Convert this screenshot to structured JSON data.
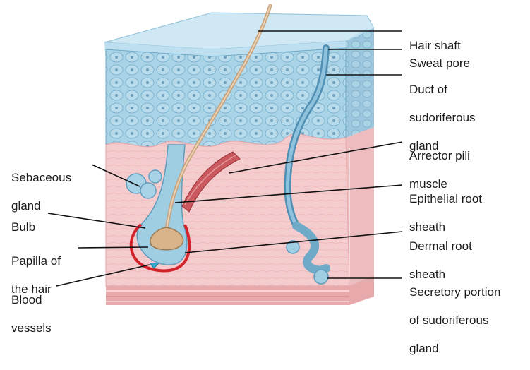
{
  "labels_right": [
    {
      "id": "hair-shaft",
      "lines": [
        "Hair shaft"
      ]
    },
    {
      "id": "sweat-pore",
      "lines": [
        "Sweat pore"
      ]
    },
    {
      "id": "duct-of-sudoriferous-gland",
      "lines": [
        "Duct of",
        "sudoriferous",
        "gland"
      ]
    },
    {
      "id": "arrector-pili-muscle",
      "lines": [
        "Arrector pili",
        "muscle"
      ]
    },
    {
      "id": "epithelial-root-sheath",
      "lines": [
        "Epithelial root",
        "sheath"
      ]
    },
    {
      "id": "dermal-root-sheath",
      "lines": [
        "Dermal root",
        "sheath"
      ]
    },
    {
      "id": "secretory-portion",
      "lines": [
        "Secretory portion",
        "of sudoriferous",
        "gland"
      ]
    }
  ],
  "labels_left": [
    {
      "id": "sebaceous-gland",
      "lines": [
        "Sebaceous",
        "gland"
      ]
    },
    {
      "id": "bulb",
      "lines": [
        "Bulb"
      ]
    },
    {
      "id": "papilla-of-the-hair",
      "lines": [
        "Papilla of",
        "the hair"
      ]
    },
    {
      "id": "blood-vessels",
      "lines": [
        "Blood",
        "vessels"
      ]
    }
  ],
  "colors": {
    "epidermis": "#a9d3e6",
    "epidermis_dark": "#6ea9c8",
    "dermis": "#f4c7c8",
    "dermis_dark": "#e9a2a6",
    "hair": "#d9b48a",
    "blood": "#d2232a"
  }
}
